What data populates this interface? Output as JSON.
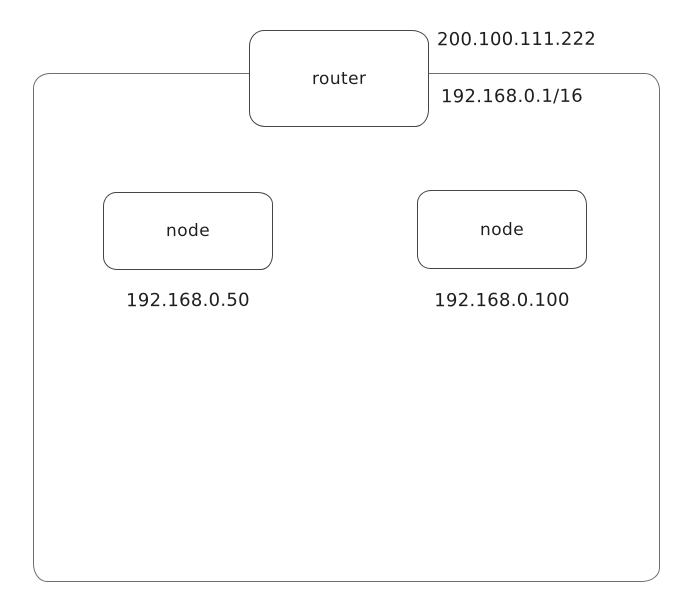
{
  "diagram": {
    "router": {
      "label": "router",
      "wan_ip": "200.100.111.222",
      "lan_ip": "192.168.0.1/16"
    },
    "nodes": [
      {
        "label": "node",
        "ip": "192.168.0.50"
      },
      {
        "label": "node",
        "ip": "192.168.0.100"
      }
    ],
    "colors": {
      "stroke": "#1e1e1e",
      "boundary_stroke": "#6e6e6e",
      "background": "#ffffff"
    }
  }
}
